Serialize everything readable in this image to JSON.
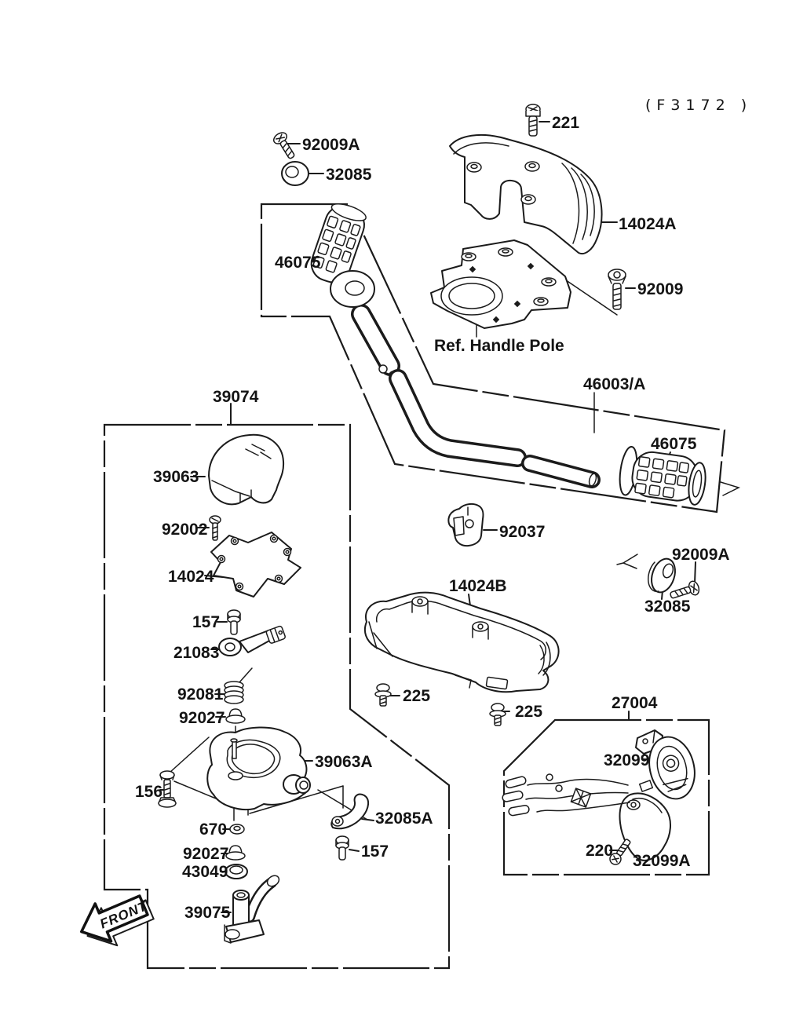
{
  "annotations": {
    "code": "(F3172 )",
    "ref_handle_pole": "Ref. Handle Pole",
    "front": "FRONT"
  },
  "parts": {
    "221": "221",
    "14024A": "14024A",
    "92009": "92009",
    "92009A": "92009A",
    "32085": "32085",
    "46075": "46075",
    "46003A": "46003/A",
    "39074": "39074",
    "39063": "39063",
    "92002": "92002",
    "14024": "14024",
    "92037": "92037",
    "14024B": "14024B",
    "157": "157",
    "21083": "21083",
    "92081": "92081",
    "92027": "92027",
    "39063A": "39063A",
    "156": "156",
    "225": "225",
    "670": "670",
    "43049": "43049",
    "39075": "39075",
    "32085A": "32085A",
    "27004": "27004",
    "32099": "32099",
    "32099A": "32099A",
    "220": "220"
  }
}
